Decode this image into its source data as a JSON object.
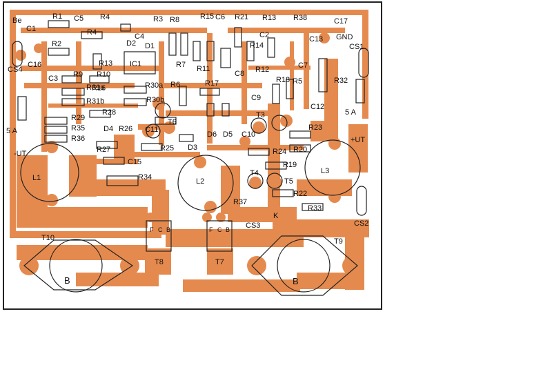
{
  "colors": {
    "copper": "#E58A4E",
    "ink": "#1a1a1a",
    "background": "#ffffff"
  },
  "labels": {
    "be": "Be",
    "gnd": "GND",
    "cs1": "CS1",
    "cs2": "CS2",
    "cs3": "CS3",
    "cs4": "CS4",
    "fuse_left": "5 A",
    "fuse_right": "5 A",
    "ut_left": "-UT",
    "ut_right": "+UT",
    "l1": "L1",
    "l2": "L2",
    "l3": "L3",
    "t10": "T10",
    "t9": "T9",
    "t8": "T8",
    "t7": "T7",
    "b_left": "B",
    "b_right": "B",
    "k": "K",
    "r32": "R32",
    "r33": "R33",
    "r34": "R34",
    "r37": "R37",
    "r22": "R22",
    "r23": "R23",
    "r20": "R20",
    "r19": "R19",
    "r24": "R24",
    "r25": "R25",
    "r27": "R27",
    "r26": "R26",
    "r28": "R28",
    "r29": "R29",
    "r35": "R35",
    "r36": "R36",
    "r31a": "R31a",
    "r31b": "R31b",
    "r30a": "R30a",
    "r30b": "R30b",
    "r1": "R1",
    "r2": "R2",
    "r3": "R3",
    "r4": "R4",
    "r5": "R5",
    "r6": "R6",
    "r7": "R7",
    "r8": "R8",
    "r9": "R9",
    "r10": "R10",
    "r11": "R11",
    "r12": "R12",
    "r13": "R13",
    "r14": "R14",
    "r15": "R15",
    "r16": "R16",
    "r17": "R17",
    "r18": "R18",
    "r21": "R21",
    "r38": "R38",
    "c1": "C1",
    "c2": "C2",
    "c3": "C3",
    "c4": "C4",
    "c5": "C5",
    "c6": "C6",
    "c7": "C7",
    "c8": "C8",
    "c9": "C9",
    "c10": "C10",
    "c11": "C11",
    "c12": "C12",
    "c13": "C13",
    "c15": "C15",
    "c16": "C16",
    "c17": "C17",
    "d1": "D1",
    "d2": "D2",
    "d3": "D3",
    "d4": "D4",
    "d5": "D5",
    "d6": "D6",
    "t3": "T3",
    "t4": "T4",
    "t5": "T5",
    "t6": "T6",
    "ic1": "IC1",
    "pin_f": "F",
    "pin_c": "C",
    "pin_b": "B"
  }
}
